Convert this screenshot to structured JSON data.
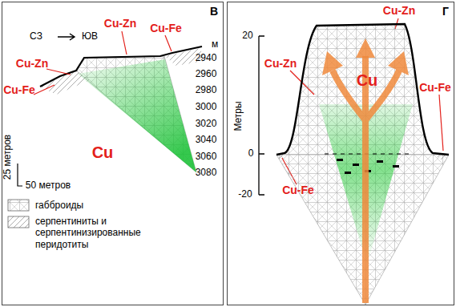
{
  "diagram": {
    "nodes": [
      {
        "text": [
          "В"
        ]
      },
      {
        "text": [
          "Г"
        ]
      }
    ],
    "labels": [
      "СЗ",
      "ЮВ",
      "Cu-Zn",
      "Cu-Fe",
      "Cu-Zn",
      "Cu-Fe",
      "Cu",
      "м",
      "2940",
      "2960",
      "2980",
      "3000",
      "3020",
      "3040",
      "3060",
      "3080",
      "25 метров",
      "50 метров",
      "20",
      "0",
      "-20",
      "Метры",
      "Cu-Zn",
      "Cu-Zn",
      "Cu",
      "Cu-Fe",
      "Cu-Fe"
    ],
    "legend": [
      {
        "text": "габброиды"
      },
      {
        "text": "серпентиниты и серпентинизированные перидотиты"
      }
    ]
  }
}
